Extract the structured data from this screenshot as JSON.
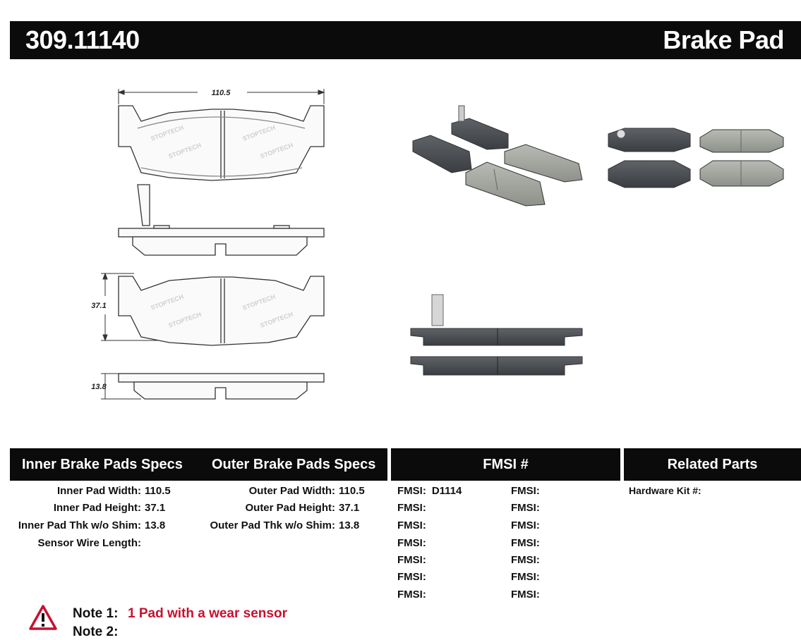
{
  "header": {
    "part_number": "309.11140",
    "product_type": "Brake Pad"
  },
  "diagram": {
    "width_label": "110.5",
    "height_label": "37.1",
    "thickness_label": "13.8"
  },
  "specs": {
    "inner_title": "Inner Brake Pads Specs",
    "outer_title": "Outer Brake Pads Specs",
    "fmsi_title": "FMSI #",
    "related_title": "Related Parts",
    "inner": [
      {
        "label": "Inner Pad Width:",
        "value": "110.5"
      },
      {
        "label": "Inner Pad Height:",
        "value": "37.1"
      },
      {
        "label": "Inner Pad Thk w/o Shim:",
        "value": "13.8"
      },
      {
        "label": "Sensor Wire Length:",
        "value": ""
      }
    ],
    "outer": [
      {
        "label": "Outer Pad Width:",
        "value": "110.5"
      },
      {
        "label": "Outer Pad Height:",
        "value": "37.1"
      },
      {
        "label": "Outer Pad Thk w/o Shim:",
        "value": "13.8"
      }
    ],
    "fmsi_col1": [
      {
        "label": "FMSI:",
        "value": "D1114"
      },
      {
        "label": "FMSI:",
        "value": ""
      },
      {
        "label": "FMSI:",
        "value": ""
      },
      {
        "label": "FMSI:",
        "value": ""
      },
      {
        "label": "FMSI:",
        "value": ""
      },
      {
        "label": "FMSI:",
        "value": ""
      },
      {
        "label": "FMSI:",
        "value": ""
      }
    ],
    "fmsi_col2": [
      {
        "label": "FMSI:",
        "value": ""
      },
      {
        "label": "FMSI:",
        "value": ""
      },
      {
        "label": "FMSI:",
        "value": ""
      },
      {
        "label": "FMSI:",
        "value": ""
      },
      {
        "label": "FMSI:",
        "value": ""
      },
      {
        "label": "FMSI:",
        "value": ""
      },
      {
        "label": "FMSI:",
        "value": ""
      }
    ],
    "related": [
      {
        "label": "Hardware Kit #:",
        "value": ""
      }
    ]
  },
  "notes": [
    {
      "label": "Note 1:",
      "text": "1 Pad with a wear sensor"
    },
    {
      "label": "Note 2:",
      "text": ""
    }
  ],
  "colors": {
    "header_bg": "#0b0b0b",
    "note_red": "#c8102e",
    "warning_red": "#c8102e",
    "pad_dark": "#4a4d52",
    "pad_light": "#9fa39c"
  },
  "icons": {
    "warning": "warning-triangle-icon"
  }
}
